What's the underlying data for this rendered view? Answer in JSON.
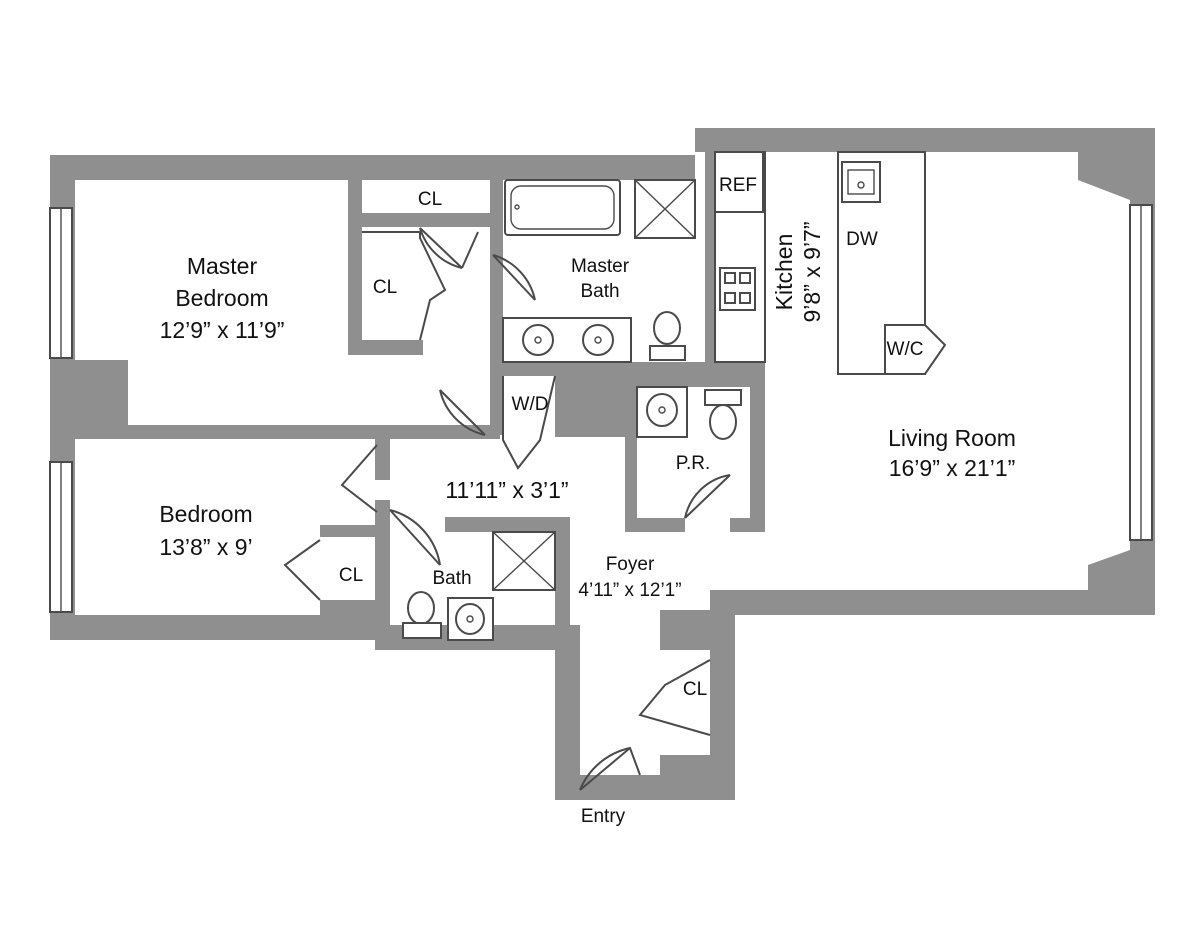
{
  "rooms": {
    "master_bedroom": {
      "name_line1": "Master",
      "name_line2": "Bedroom",
      "size": "12’9” x 11’9”"
    },
    "bedroom": {
      "name": "Bedroom",
      "size": "13’8” x 9’"
    },
    "living_room": {
      "name": "Living Room",
      "size": "16’9” x 21’1”"
    },
    "kitchen": {
      "name": "Kitchen",
      "size": "9’8” x 9’7”"
    },
    "master_bath": {
      "name_line1": "Master",
      "name_line2": "Bath"
    },
    "bath": {
      "name": "Bath"
    },
    "powder_room": {
      "name": "P.R."
    },
    "foyer": {
      "name": "Foyer",
      "size": "4’11” x 12’1”"
    },
    "hall": {
      "size": "11’11” x 3’1”"
    }
  },
  "labels": {
    "closet_master_top": "CL",
    "closet_master_side": "CL",
    "closet_bedroom": "CL",
    "closet_foyer": "CL",
    "washer_dryer": "W/D",
    "refrigerator": "REF",
    "dishwasher": "DW",
    "wine_cooler": "W/C",
    "entry": "Entry"
  },
  "colors": {
    "wall": "#8f8f8f",
    "line": "#4a4a4a",
    "background": "#ffffff"
  }
}
